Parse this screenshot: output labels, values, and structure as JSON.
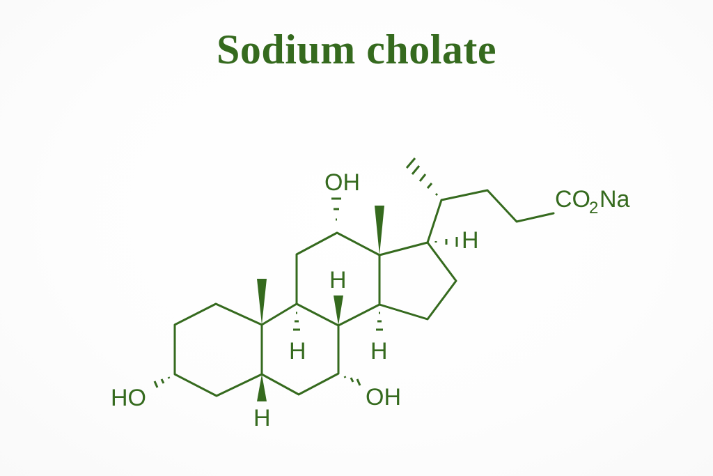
{
  "title": "Sodium cholate",
  "colors": {
    "accent": "#356a1e",
    "background": "#fdfdfd"
  },
  "structure": {
    "name": "sodium cholate skeletal formula",
    "labels": {
      "oh_c3": "HO",
      "oh_c7": "OH",
      "oh_c12": "OH",
      "h_c5": "H",
      "h_c8": "H",
      "h_c9": "H",
      "h_c14": "H",
      "h_c17": "H",
      "carboxylate_co": "CO",
      "carboxylate_sub": "2",
      "carboxylate_na": "Na"
    },
    "stereo_bonds": [
      {
        "at": "C10",
        "type": "wedge",
        "group": "methyl"
      },
      {
        "at": "C13",
        "type": "wedge",
        "group": "methyl"
      },
      {
        "at": "C5",
        "type": "wedge",
        "group": "H"
      },
      {
        "at": "C8",
        "type": "wedge",
        "group": "H"
      },
      {
        "at": "C9",
        "type": "hash",
        "group": "H"
      },
      {
        "at": "C14",
        "type": "hash",
        "group": "H"
      },
      {
        "at": "C17",
        "type": "hash",
        "group": "H"
      },
      {
        "at": "C3",
        "type": "hash",
        "group": "OH"
      },
      {
        "at": "C7",
        "type": "hash",
        "group": "OH"
      },
      {
        "at": "C12",
        "type": "hash",
        "group": "OH"
      },
      {
        "at": "C20",
        "type": "hash",
        "group": "methyl"
      }
    ]
  }
}
